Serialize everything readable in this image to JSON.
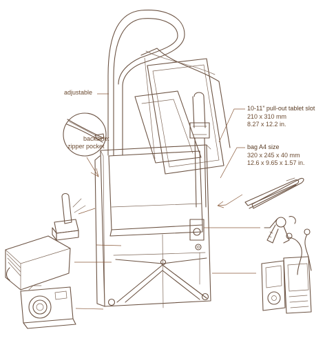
{
  "labels": {
    "adjustable": "adjustable",
    "backside_line1": "backside:",
    "backside_line2": "zipper pocket",
    "tablet_title": "10-11” pull-out tablet slot",
    "tablet_mm": "210 x 310 mm",
    "tablet_in": "8.27 x 12.2 in.",
    "bag_title": "bag A4 size",
    "bag_mm": "320 x 245 x 40 mm",
    "bag_in": "12.6 x 9.65 x 1.57 in."
  },
  "colors": {
    "label_text": "#6b4a30",
    "line_art": "#6b5242",
    "leader_line": "#8a5a3a",
    "background": "#ffffff"
  },
  "icons": [
    "strap",
    "bag-body",
    "tablet",
    "book",
    "pens",
    "keys",
    "glue-stick",
    "wallet",
    "camera",
    "mp3-player",
    "earphones",
    "phone"
  ]
}
